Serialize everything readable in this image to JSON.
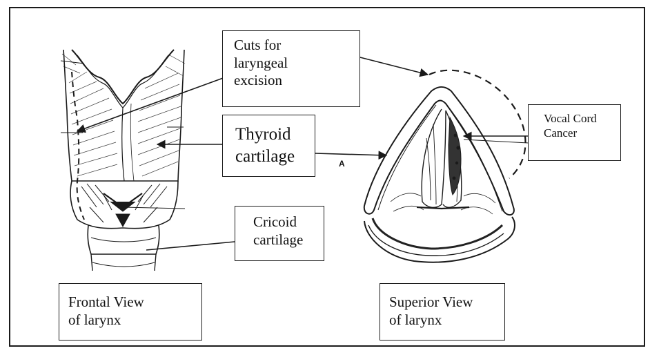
{
  "labels": {
    "cuts": "Cuts for\nlaryngeal\nexcision",
    "thyroid": "Thyroid\ncartilage",
    "cricoid": "Cricoid\ncartilage",
    "vocal_cord": "Vocal Cord\nCancer",
    "frontal_view": "Frontal  View\n  of  larynx",
    "superior_view": "Superior View\nof larynx",
    "figure_marker": "A"
  },
  "colors": {
    "ink": "#1a1a1a",
    "background": "#ffffff"
  }
}
